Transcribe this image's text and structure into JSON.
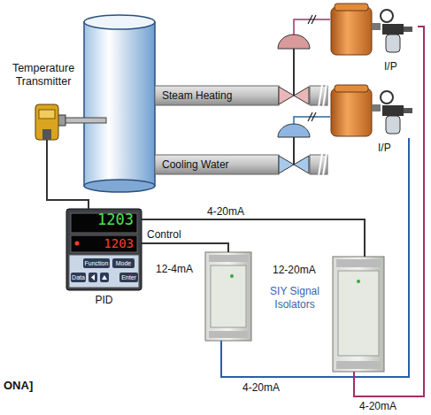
{
  "diagram": {
    "nodes": [
      {
        "text": [
          "Temperature Transmitter"
        ]
      },
      {
        "text": [
          "Steam Heating"
        ]
      },
      {
        "text": [
          "I/P"
        ]
      },
      {
        "text": [
          "Cooling Water"
        ]
      },
      {
        "text": [
          "I/P"
        ]
      },
      {
        "text": [
          "1203",
          "1203",
          "Function",
          "Mode",
          "Data",
          "Enter",
          "PID"
        ]
      },
      {
        "text": [
          "12-4mA"
        ]
      },
      {
        "text": [
          "12-20mA"
        ]
      }
    ],
    "edges": [
      {
        "from": 0,
        "to": 5,
        "arrow": "none"
      },
      {
        "from": 5,
        "to": 7,
        "label": "4-20mA",
        "arrow": "none"
      },
      {
        "from": 5,
        "to": 6,
        "label": "Control",
        "arrow": "none"
      },
      {
        "from": 6,
        "to": 4,
        "label": "4-20mA",
        "arrow": "none"
      },
      {
        "from": 7,
        "to": 2,
        "label": "4-20mA",
        "arrow": "none"
      }
    ],
    "labels": [
      "SIY Signal Isolators",
      "ONA]"
    ]
  }
}
